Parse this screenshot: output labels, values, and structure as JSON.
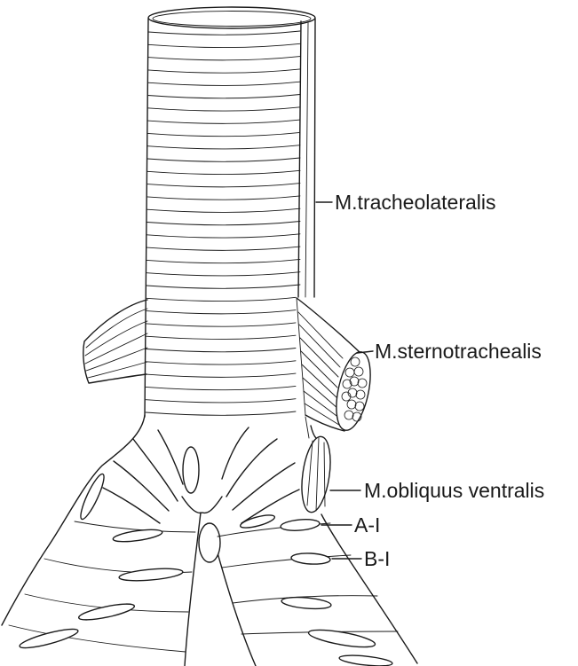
{
  "colors": {
    "line": "#1a1a1a",
    "background": "#ffffff"
  },
  "labels": {
    "tracheolateralis": "M.tracheolateralis",
    "sternotrachealis": "M.sternotrachealis",
    "obliquus_ventralis": "M.obliquus ventralis",
    "a1": "A-I",
    "b1": "B-I"
  }
}
